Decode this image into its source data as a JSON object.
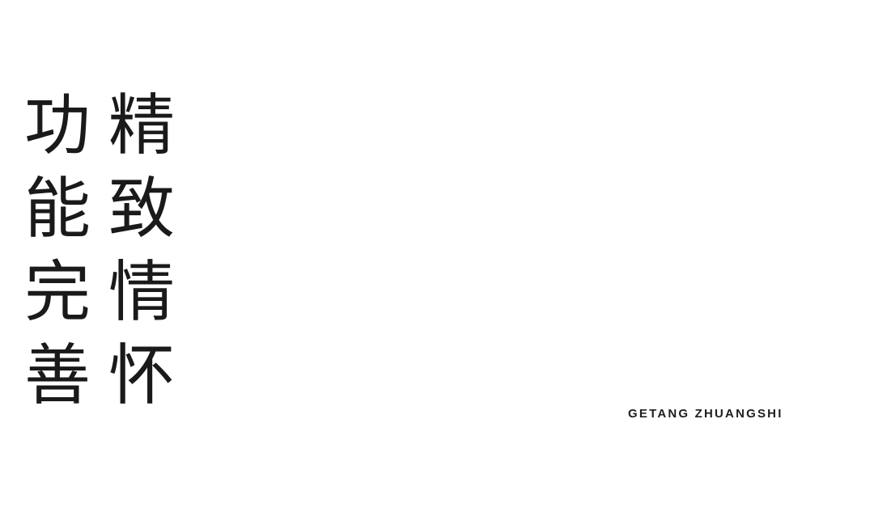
{
  "slogan": {
    "columns": [
      {
        "chars": [
          "功",
          "能",
          "完",
          "善"
        ],
        "text": "功能完善"
      },
      {
        "chars": [
          "精",
          "致",
          "情",
          "怀"
        ],
        "text": "精致情怀"
      }
    ]
  },
  "brand": {
    "name": "GETANG ZHUANGSHI"
  },
  "colors": {
    "background": "#ffffff",
    "text": "#1a1a1a"
  }
}
